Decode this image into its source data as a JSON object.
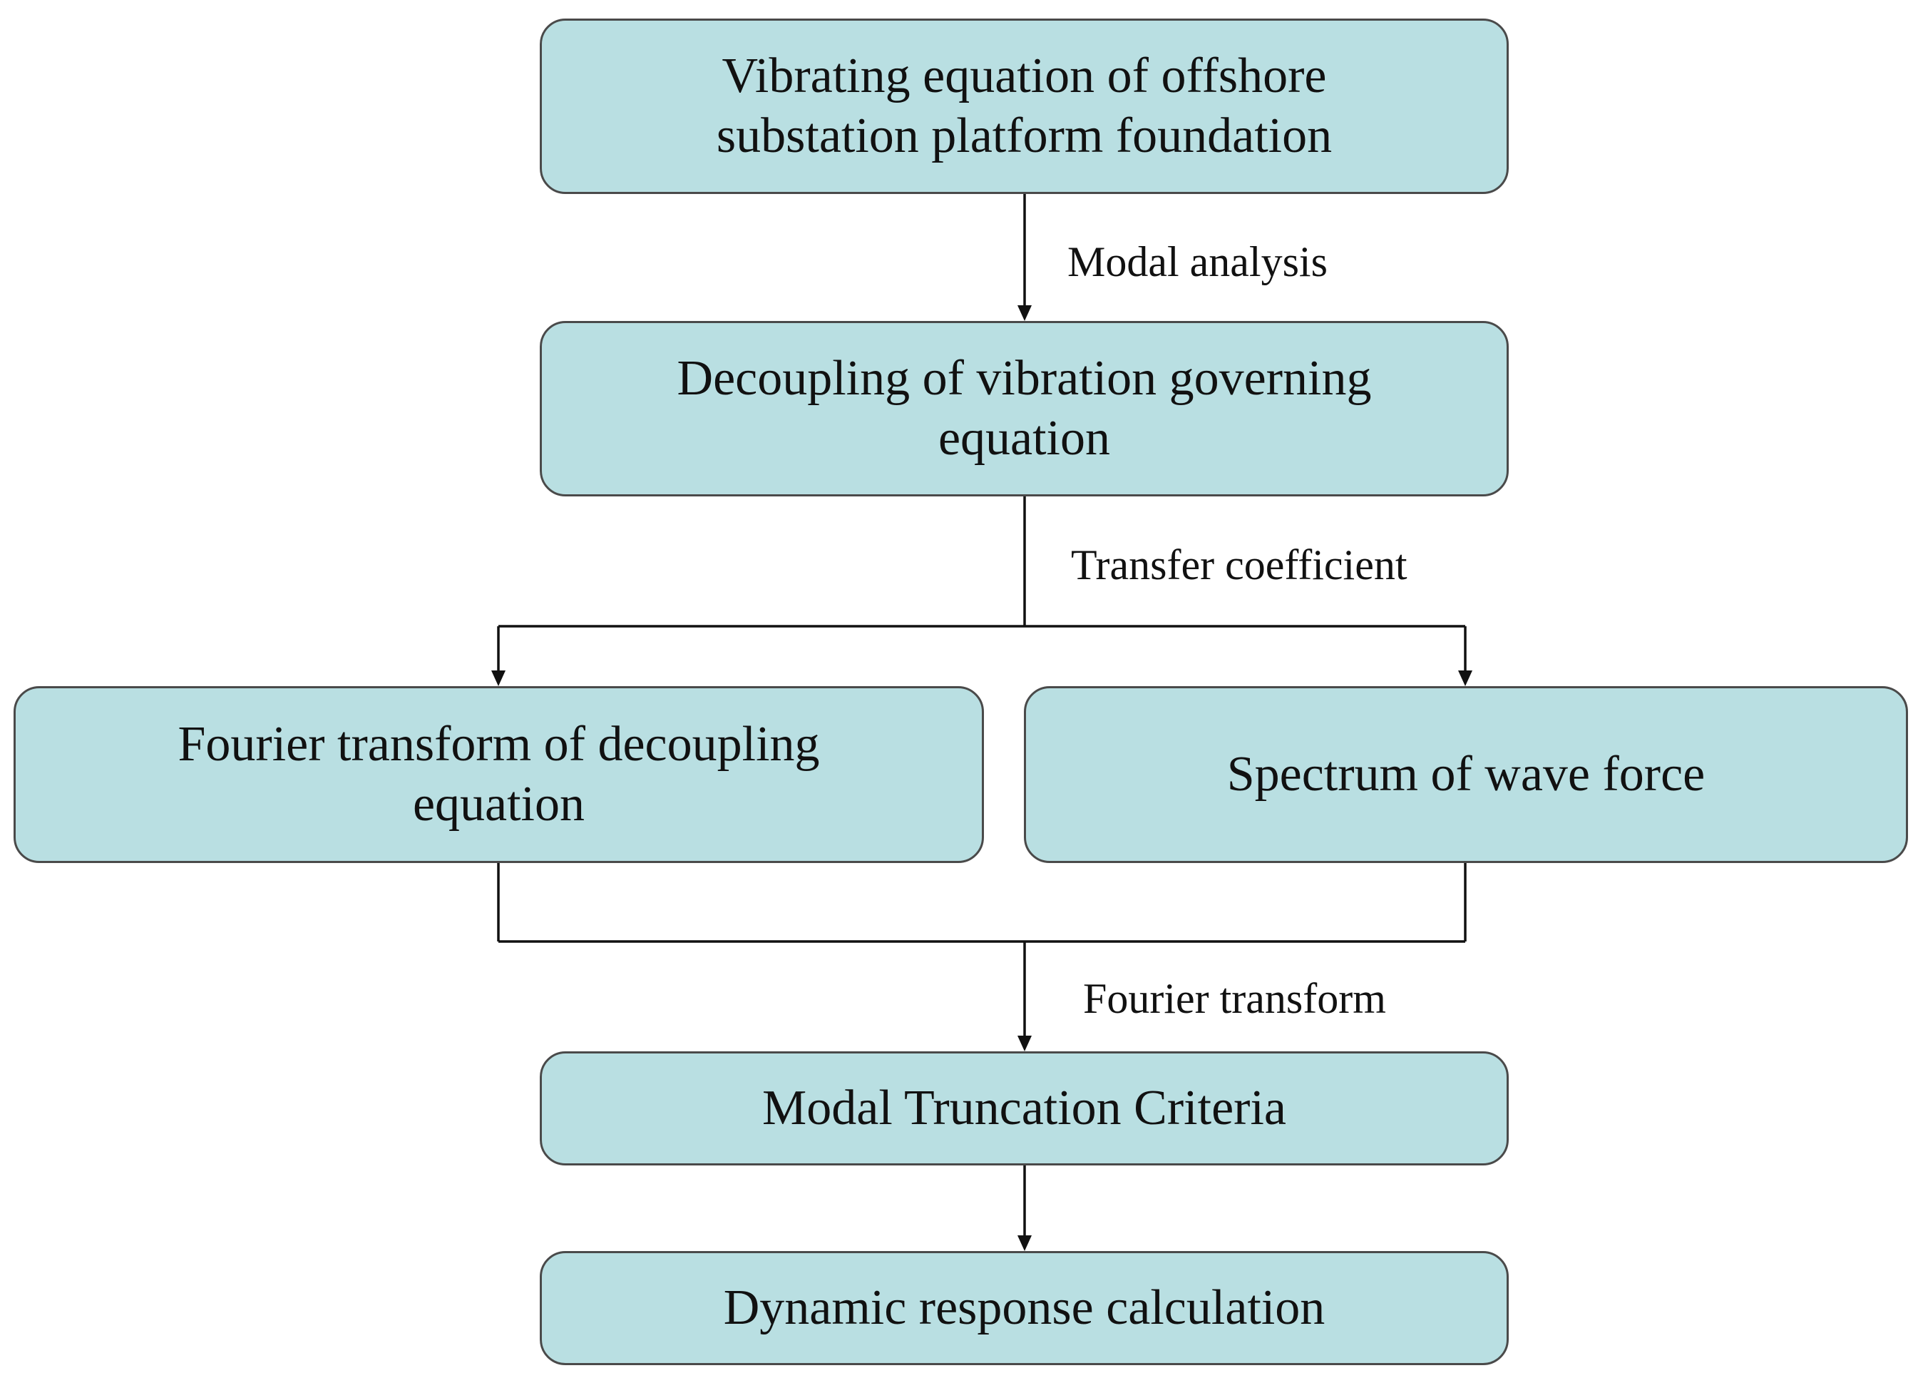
{
  "nodes": {
    "vibrating_equation": "Vibrating equation of offshore substation platform foundation",
    "decoupling": "Decoupling of vibration governing equation",
    "fourier_decoupling": "Fourier transform of decoupling equation",
    "wave_spectrum": "Spectrum of wave force",
    "truncation": "Modal Truncation Criteria",
    "dynamic_response": "Dynamic response calculation"
  },
  "edges": {
    "modal_analysis": "Modal analysis",
    "transfer_coefficient": "Transfer coefficient",
    "fourier_transform": "Fourier transform"
  }
}
